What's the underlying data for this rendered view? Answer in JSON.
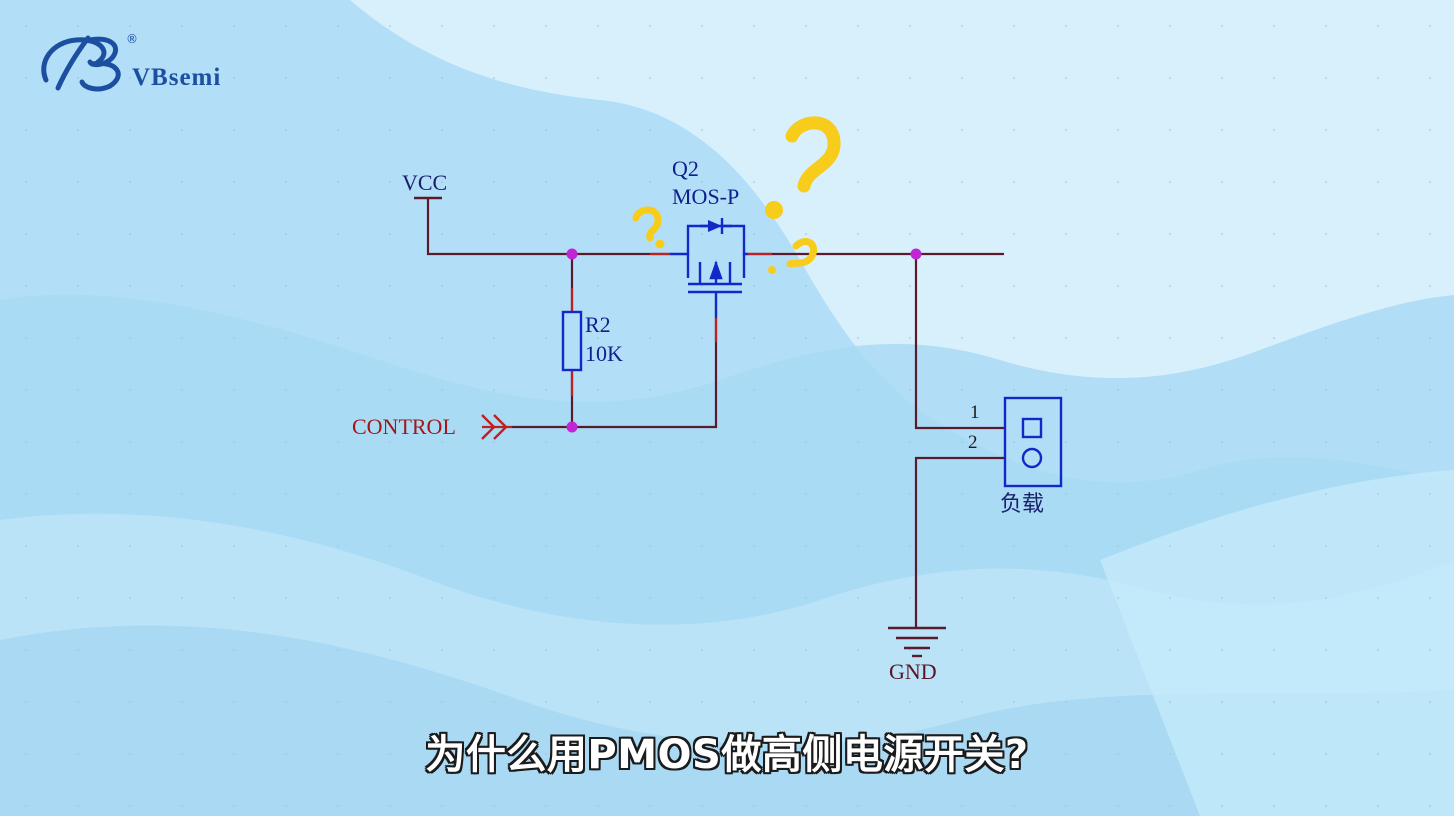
{
  "brand": {
    "name": "VBsemi",
    "registered_mark": "®",
    "brand_color": "#1c4fa0"
  },
  "schematic": {
    "power_label": "VCC",
    "transistor": {
      "ref": "Q2",
      "type": "MOS-P"
    },
    "resistor": {
      "ref": "R2",
      "value": "10K"
    },
    "control_label": "CONTROL",
    "load_label": "负载",
    "pin_labels": [
      "1",
      "2"
    ],
    "ground_label": "GND",
    "wire_color": "#5a1a2a",
    "component_color": "#1428c8",
    "junction_color": "#c026d3",
    "question_mark_color": "#f7cc1a"
  },
  "subtitle": "为什么用PMOS做高侧电源开关?"
}
